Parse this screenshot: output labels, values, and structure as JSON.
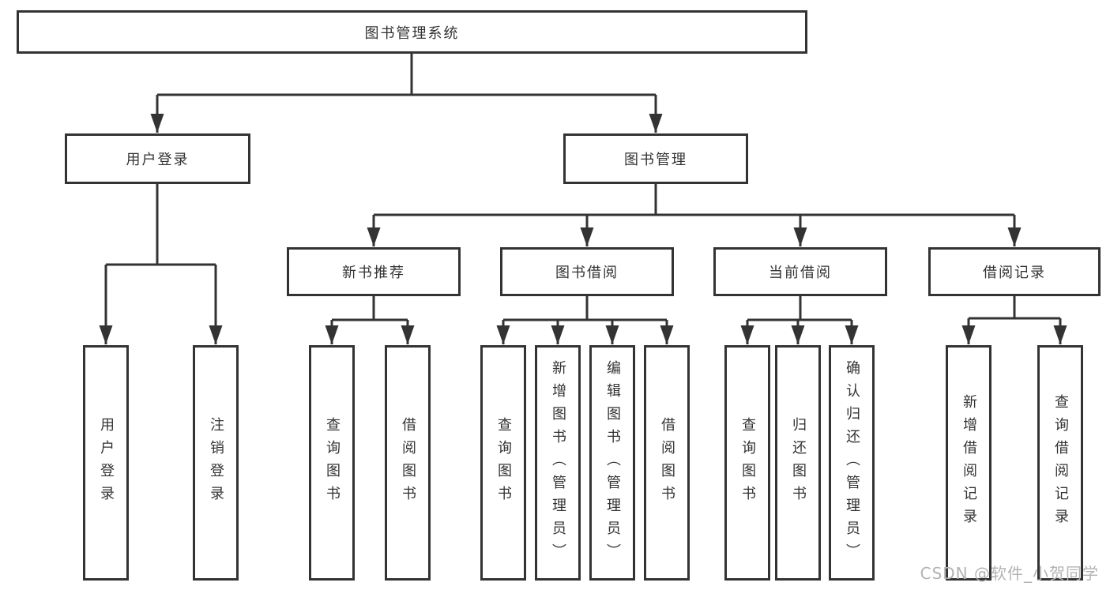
{
  "diagram": {
    "root": "图书管理系统",
    "level2": {
      "user_login": "用户登录",
      "book_mgmt": "图书管理"
    },
    "level3": {
      "new_books": "新书推荐",
      "book_borrow": "图书借阅",
      "current_borrow": "当前借阅",
      "borrow_records": "借阅记录"
    },
    "leaves": {
      "user_login": [
        "用户登录",
        "注销登录"
      ],
      "new_books": [
        "查询图书",
        "借阅图书"
      ],
      "book_borrow": [
        "查询图书",
        "新增图书（管理员）",
        "编辑图书（管理员）",
        "借阅图书"
      ],
      "current_borrow": [
        "查询图书",
        "归还图书",
        "确认归还（管理员）"
      ],
      "borrow_records": [
        "新增借阅记录",
        "查询借阅记录"
      ]
    }
  },
  "watermark": "CSDN @软件_小贺同学",
  "colors": {
    "line": "#333333",
    "text": "#333333",
    "watermark": "#b3b3b3",
    "background": "#ffffff"
  }
}
